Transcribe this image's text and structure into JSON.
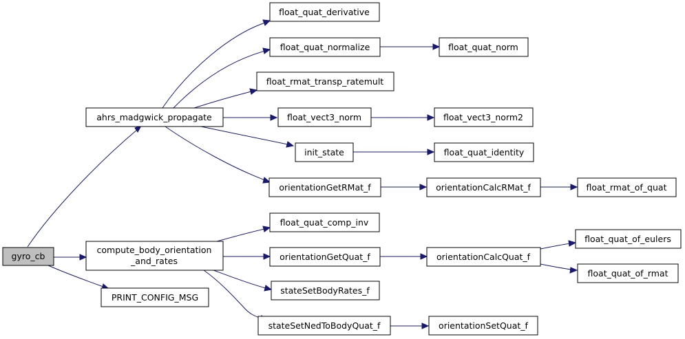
{
  "diagram": {
    "colors": {
      "edge": "#191970",
      "node_border": "#000000",
      "root_fill": "#bfbfbf",
      "node_fill": "#ffffff"
    },
    "nodes": {
      "gyro_cb": "gyro_cb",
      "ahrs_madgwick_propagate": "ahrs_madgwick_propagate",
      "compute_body_line1": "compute_body_orientation",
      "compute_body_line2": "_and_rates",
      "print_config_msg": "PRINT_CONFIG_MSG",
      "float_quat_derivative": "float_quat_derivative",
      "float_quat_normalize": "float_quat_normalize",
      "float_quat_norm": "float_quat_norm",
      "float_rmat_transp_ratemult": "float_rmat_transp_ratemult",
      "float_vect3_norm": "float_vect3_norm",
      "float_vect3_norm2": "float_vect3_norm2",
      "init_state": "init_state",
      "float_quat_identity": "float_quat_identity",
      "orientationGetRMat_f": "orientationGetRMat_f",
      "orientationCalcRMat_f": "orientationCalcRMat_f",
      "float_rmat_of_quat": "float_rmat_of_quat",
      "float_quat_comp_inv": "float_quat_comp_inv",
      "orientationGetQuat_f": "orientationGetQuat_f",
      "orientationCalcQuat_f": "orientationCalcQuat_f",
      "float_quat_of_eulers": "float_quat_of_eulers",
      "float_quat_of_rmat": "float_quat_of_rmat",
      "stateSetBodyRates_f": "stateSetBodyRates_f",
      "stateSetNedToBodyQuat_f": "stateSetNedToBodyQuat_f",
      "orientationSetQuat_f": "orientationSetQuat_f"
    }
  }
}
